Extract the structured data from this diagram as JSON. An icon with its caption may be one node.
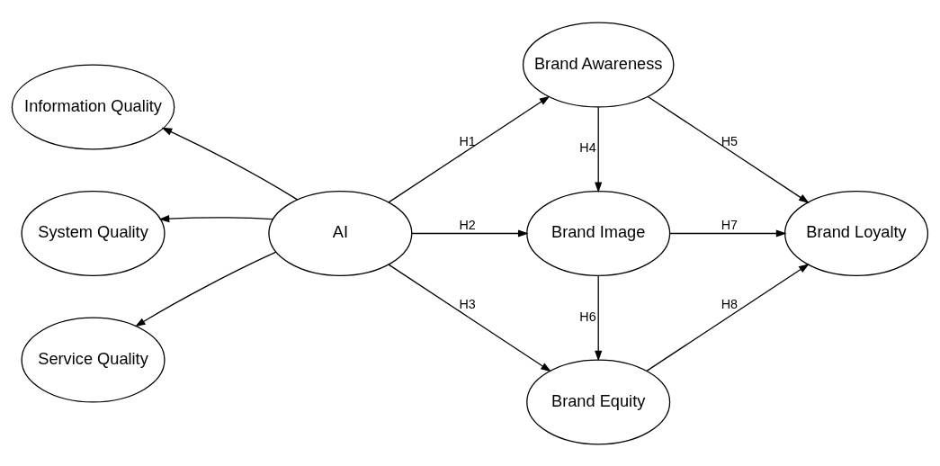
{
  "diagram": {
    "nodes": [
      {
        "text": [
          "Information Quality"
        ]
      },
      {
        "text": [
          "System Quality"
        ]
      },
      {
        "text": [
          "Service Quality"
        ]
      },
      {
        "text": [
          "AI"
        ]
      },
      {
        "text": [
          "Brand Awareness"
        ]
      },
      {
        "text": [
          "Brand Image"
        ]
      },
      {
        "text": [
          "Brand Equity"
        ]
      },
      {
        "text": [
          "Brand Loyalty"
        ]
      }
    ],
    "edges": [
      {
        "from": 3,
        "to": 0,
        "arrow": "to"
      },
      {
        "from": 3,
        "to": 1,
        "arrow": "to"
      },
      {
        "from": 3,
        "to": 2,
        "arrow": "to"
      },
      {
        "from": 3,
        "to": 4,
        "arrow": "to",
        "label": "H1"
      },
      {
        "from": 3,
        "to": 5,
        "arrow": "to",
        "label": "H2"
      },
      {
        "from": 3,
        "to": 6,
        "arrow": "to",
        "label": "H3"
      },
      {
        "from": 4,
        "to": 5,
        "arrow": "to",
        "label": "H4"
      },
      {
        "from": 4,
        "to": 7,
        "arrow": "to",
        "label": "H5"
      },
      {
        "from": 5,
        "to": 6,
        "arrow": "to",
        "label": "H6"
      },
      {
        "from": 5,
        "to": 7,
        "arrow": "to",
        "label": "H7"
      },
      {
        "from": 6,
        "to": 7,
        "arrow": "to",
        "label": "H8"
      }
    ]
  }
}
